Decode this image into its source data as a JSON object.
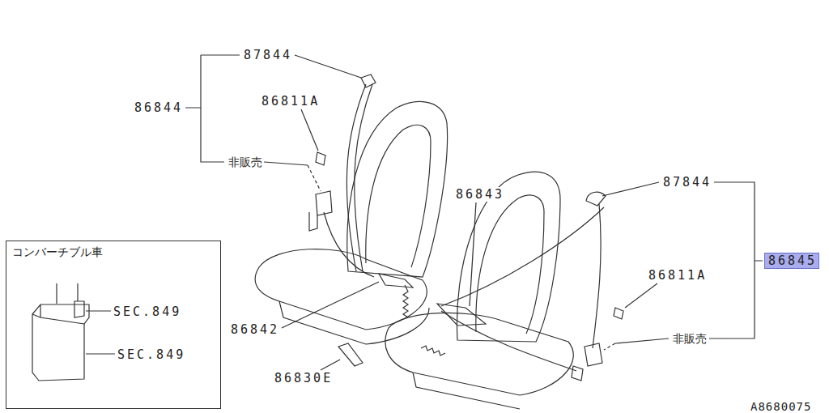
{
  "diagram": {
    "nodes": [
      {
        "text": [
          "コンバーチブル車",
          "SEC.849",
          "SEC.849"
        ]
      },
      {
        "text": [
          "86845"
        ]
      }
    ],
    "labels": [
      "87844",
      "86844",
      "86811A",
      "非販売",
      "86843",
      "87844",
      "86811A",
      "非販売",
      "86842",
      "86830E",
      "A8680075"
    ]
  }
}
